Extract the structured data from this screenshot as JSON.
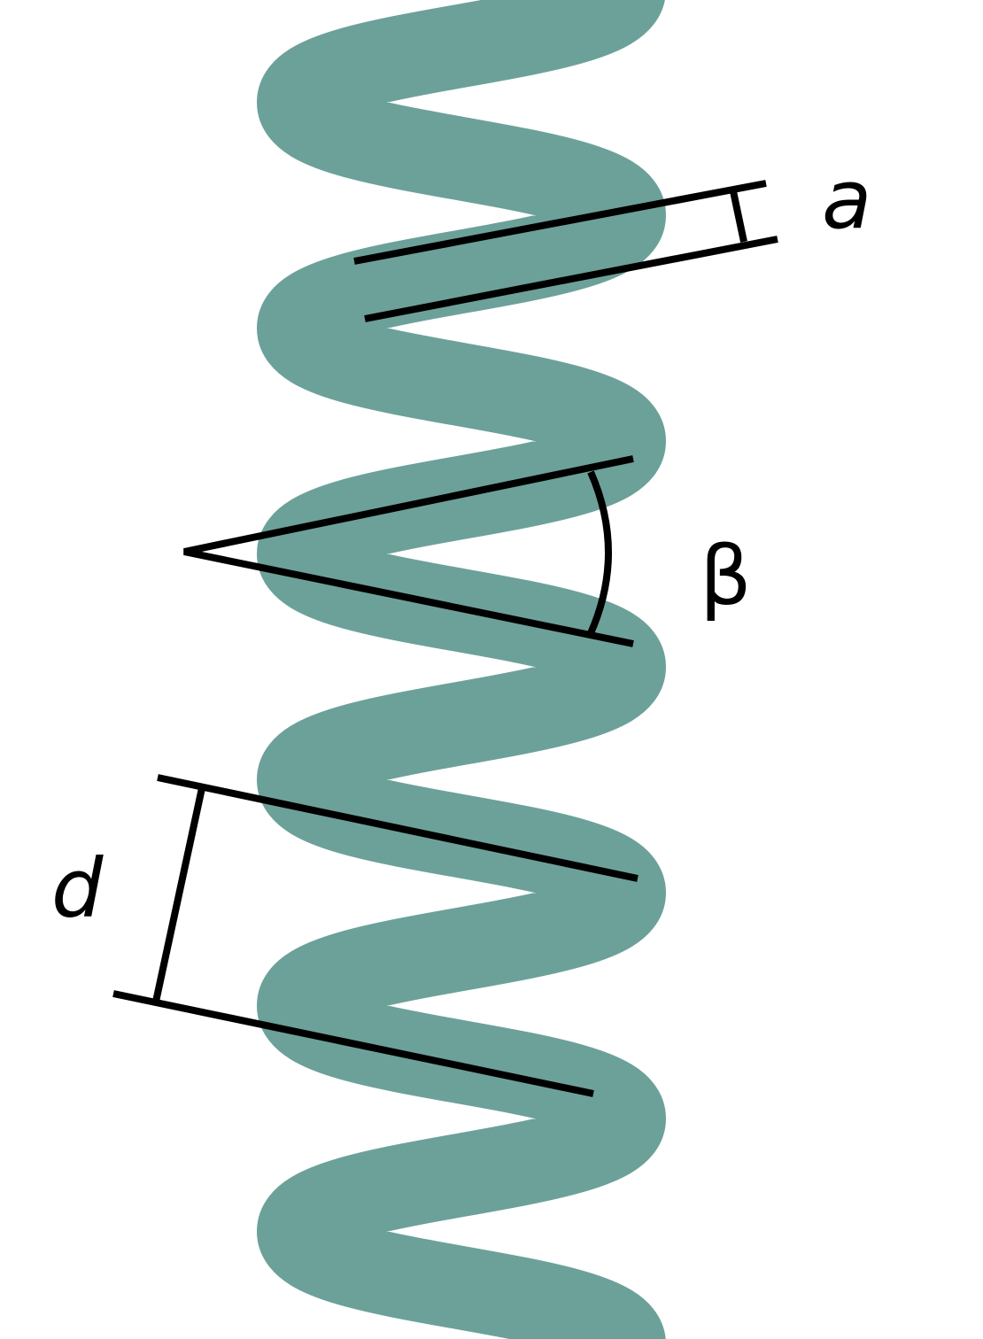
{
  "diagram": {
    "labels": {
      "thickness": "a",
      "angle": "β",
      "pitch": "d"
    },
    "colors": {
      "spring": "#6ca19a",
      "annotation": "#000000"
    }
  }
}
